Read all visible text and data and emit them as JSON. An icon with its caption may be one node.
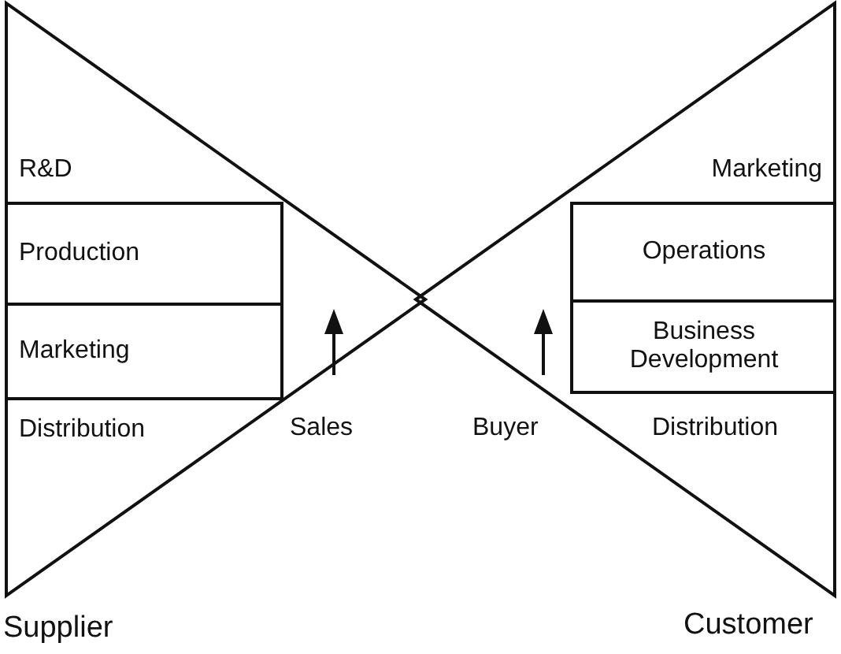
{
  "diagram": {
    "nodes": [
      {
        "text": [
          "Supplier"
        ]
      },
      {
        "text": [
          "R&D"
        ],
        "in": 0
      },
      {
        "text": [
          "Production"
        ],
        "in": 0
      },
      {
        "text": [
          "Marketing"
        ],
        "in": 0
      },
      {
        "text": [
          "Distribution"
        ],
        "in": 0
      },
      {
        "text": [
          "Customer"
        ]
      },
      {
        "text": [
          "Marketing"
        ],
        "in": 5
      },
      {
        "text": [
          "Operations"
        ],
        "in": 5
      },
      {
        "text": [
          "Business Development"
        ],
        "in": 5
      },
      {
        "text": [
          "Distribution"
        ],
        "in": 5
      }
    ],
    "labels": [
      "Sales",
      "Buyer"
    ]
  }
}
